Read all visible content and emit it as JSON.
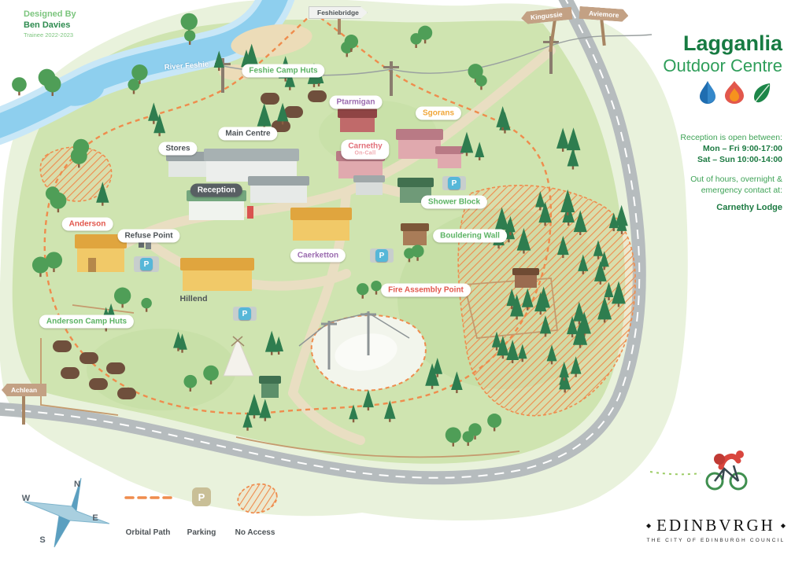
{
  "credits": {
    "label": "Designed By",
    "name": "Ben Davies",
    "role": "Trainee 2022-2023"
  },
  "header": {
    "title_line1": "Lagganlia",
    "title_line2": "Outdoor Centre"
  },
  "side_icons": [
    {
      "name": "water-drop-icon",
      "color": "#1f6db0"
    },
    {
      "name": "flame-icon",
      "color": "#e2574c"
    },
    {
      "name": "leaf-icon",
      "color": "#1d8649"
    }
  ],
  "info_panel": {
    "open_label": "Reception is open between:",
    "hours": [
      "Mon – Fri 9:00-17:00",
      "Sat – Sun 10:00-14:00"
    ],
    "out_of_hours_line1": "Out of hours, overnight &",
    "out_of_hours_line2": "emergency contact at:",
    "contact": "Carnethy Lodge"
  },
  "signs": {
    "feshiebridge": "Feshiebridge",
    "kingussie": "Kingussie",
    "aviemore": "Aviemore",
    "achlean": "Achlean"
  },
  "map": {
    "river_label": "River Feshie",
    "parking_symbol": "P",
    "labels": [
      {
        "text": "Feshie Camp Huts",
        "style": "green"
      },
      {
        "text": "Ptarmigan",
        "style": "purple"
      },
      {
        "text": "Sgorans",
        "style": "orange"
      },
      {
        "text": "Main Centre",
        "style": "dark"
      },
      {
        "text": "Stores",
        "style": "dark"
      },
      {
        "text": "Carnethy",
        "sub": "On-Call",
        "style": "pink"
      },
      {
        "text": "Reception",
        "style": "inverse"
      },
      {
        "text": "Shower Block",
        "style": "green"
      },
      {
        "text": "Anderson",
        "style": "red"
      },
      {
        "text": "Refuse Point",
        "style": "dark"
      },
      {
        "text": "Bouldering Wall",
        "style": "green"
      },
      {
        "text": "Caerketton",
        "style": "purple"
      },
      {
        "text": "Fire Assembly Point",
        "style": "red"
      },
      {
        "text": "Hillend",
        "style": "plain"
      },
      {
        "text": "Anderson Camp Huts",
        "style": "green"
      }
    ]
  },
  "legend": {
    "items": [
      {
        "label": "Orbital Path"
      },
      {
        "label": "Parking"
      },
      {
        "label": "No Access"
      }
    ]
  },
  "compass": {
    "n": "N",
    "e": "E",
    "s": "S",
    "w": "W"
  },
  "footer": {
    "ornament_left": "◆",
    "ornament_right": "◆",
    "logo": "EDINBVRGH",
    "tagline": "THE CITY OF EDINBURGH COUNCIL"
  },
  "colors": {
    "brand_green": "#1e7a43",
    "accent_orange": "#ef8c4d",
    "parking_blue": "#56b7d8",
    "map_green": "#cfe4b0",
    "road_grey": "#b6bcbe",
    "river_blue": "#8ecfee"
  }
}
